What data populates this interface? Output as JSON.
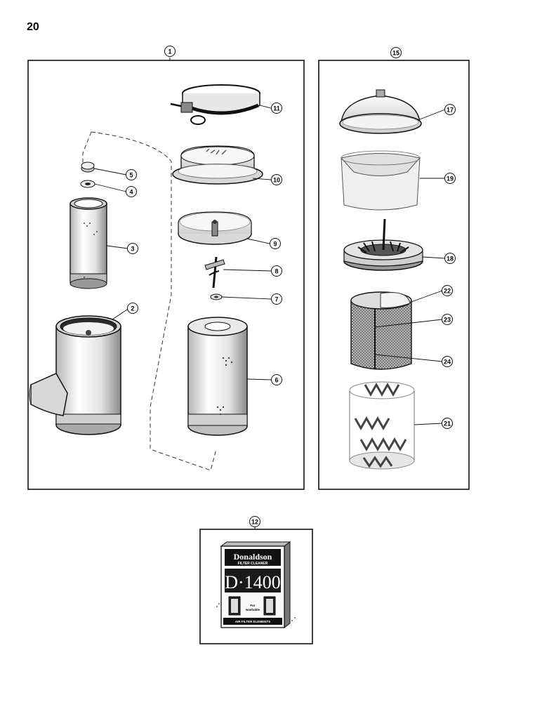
{
  "page": {
    "number": "20"
  },
  "assembly_labels": {
    "left_assembly": "1",
    "right_assembly": "15",
    "cleaner_package": "12"
  },
  "callouts": {
    "c2": "2",
    "c3": "3",
    "c4": "4",
    "c5": "5",
    "c6": "6",
    "c7": "7",
    "c8": "8",
    "c9": "9",
    "c10": "10",
    "c11": "11",
    "c17": "17",
    "c19": "19",
    "c18": "18",
    "c22": "22",
    "c23": "23",
    "c24": "24",
    "c21": "21"
  },
  "package": {
    "brand": "Donaldson",
    "subtitle": "FILTER CLEANER",
    "model": "D·1400",
    "for_text": "For",
    "washable_text": "washable",
    "bottom_text": "AIR FILTER ELEMENTS"
  },
  "colors": {
    "ink": "#111111",
    "paper": "#ffffff",
    "shade": "#9a9a9a",
    "light_shade": "#e6e6e6",
    "mesh": "#555555"
  }
}
